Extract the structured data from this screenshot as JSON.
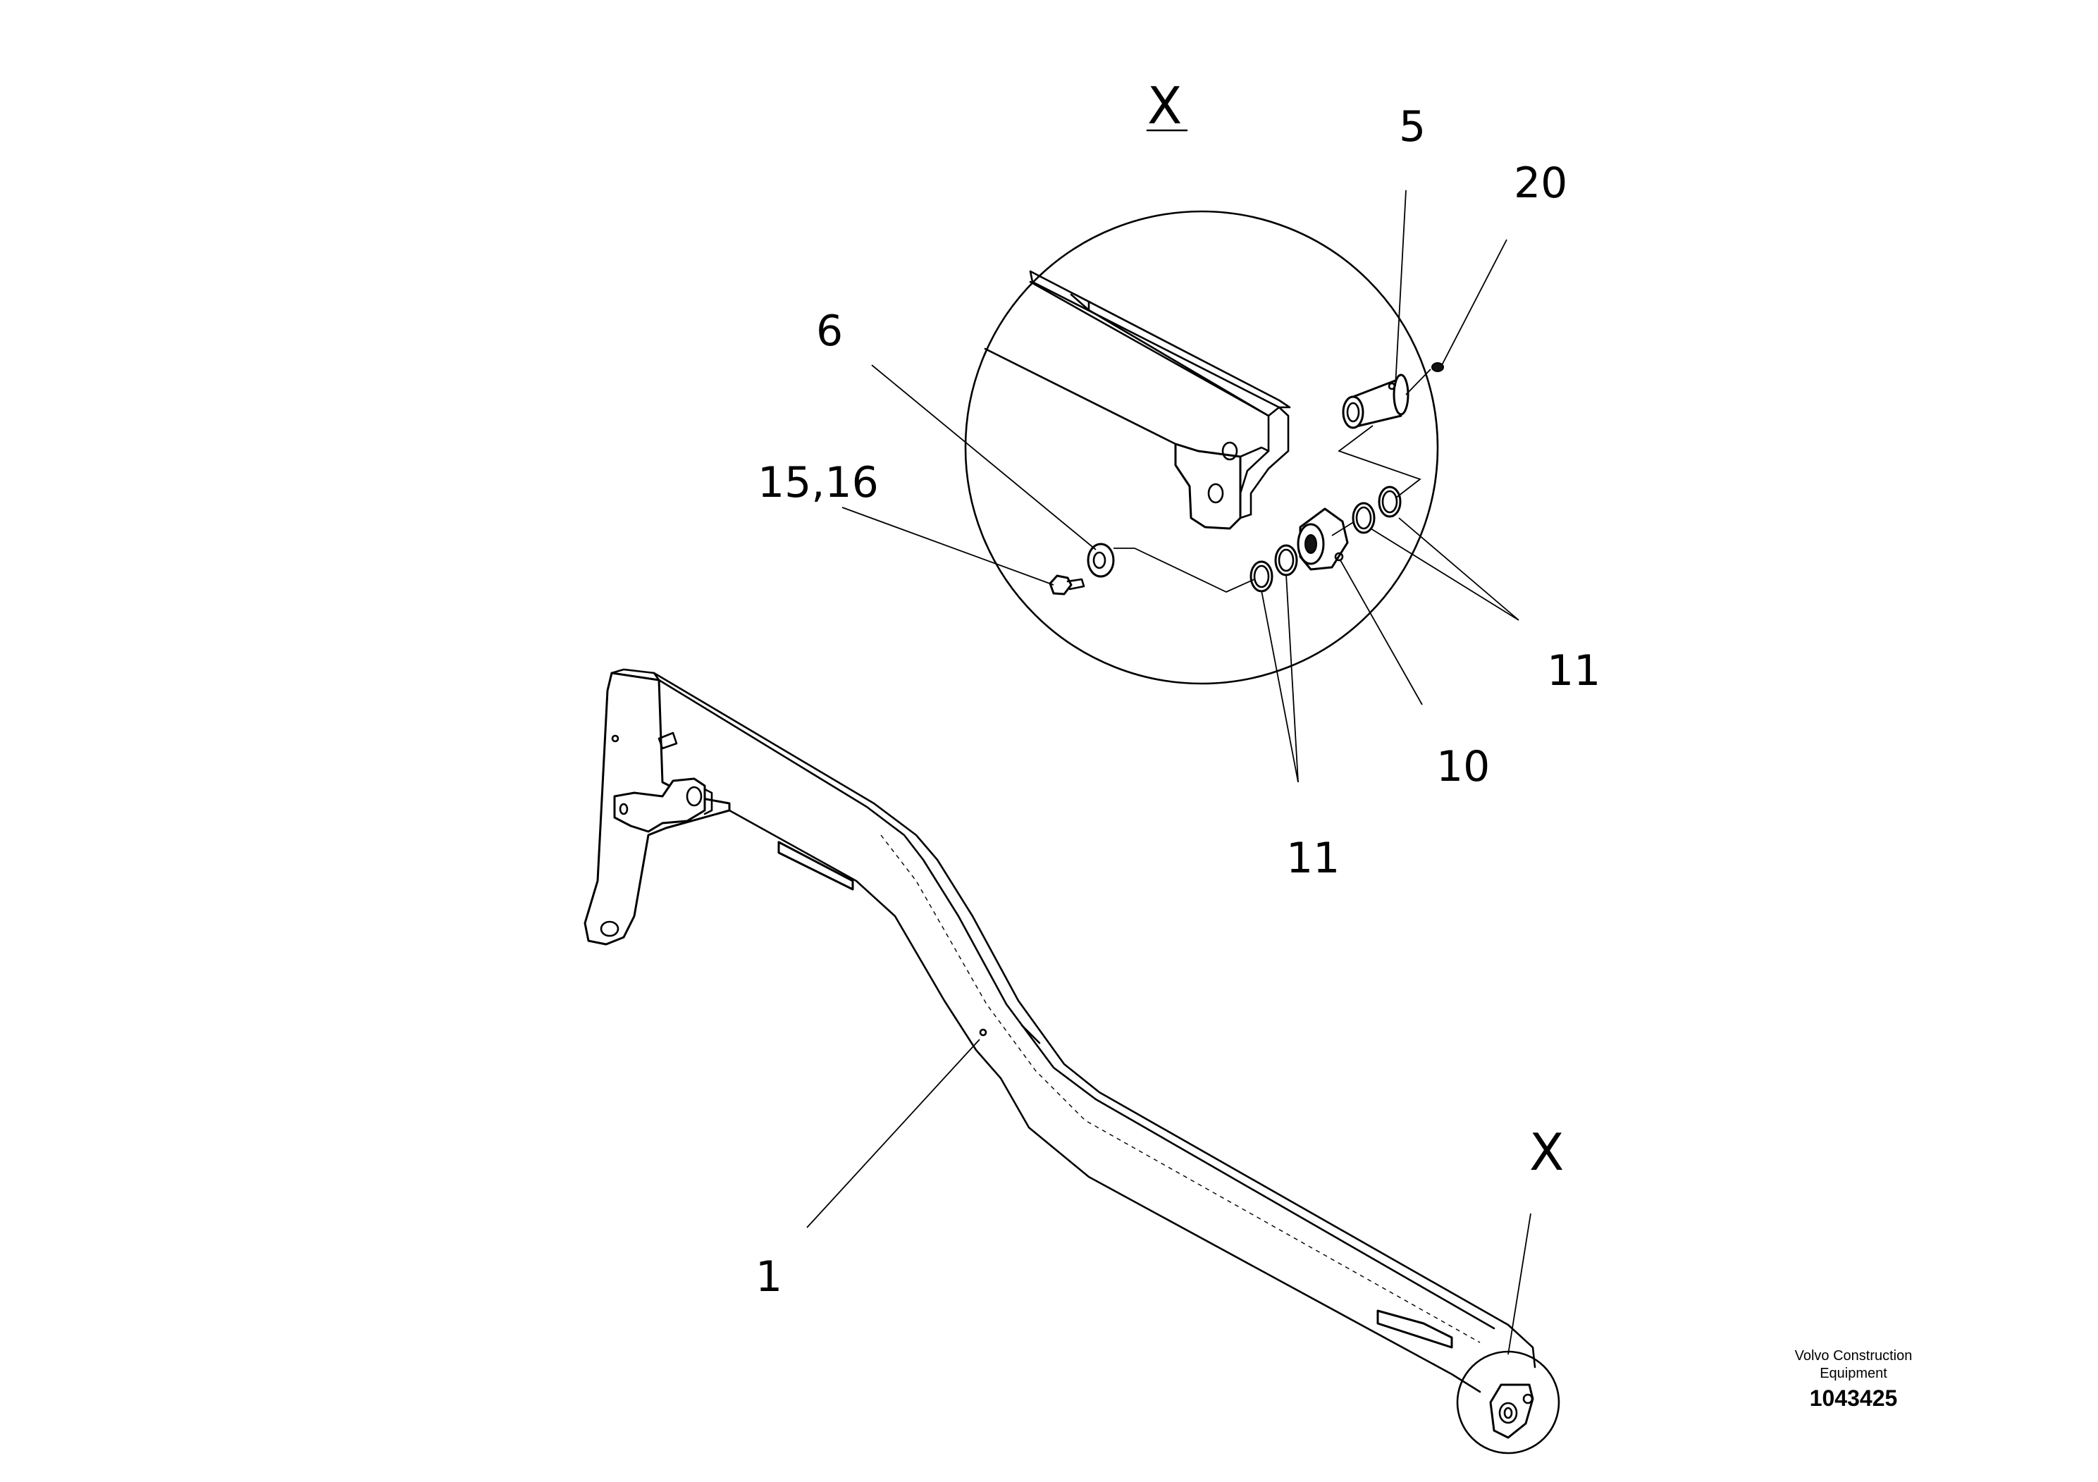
{
  "view_label_detail": "X",
  "view_label_main": "X",
  "callouts": {
    "c5": "5",
    "c20": "20",
    "c6": "6",
    "c15_16": "15,16",
    "c11_right": "11",
    "c10": "10",
    "c11_bottom": "11",
    "c1": "1"
  },
  "footer": {
    "company": "Volvo Construction Equipment",
    "drawing_number": "1043425"
  }
}
